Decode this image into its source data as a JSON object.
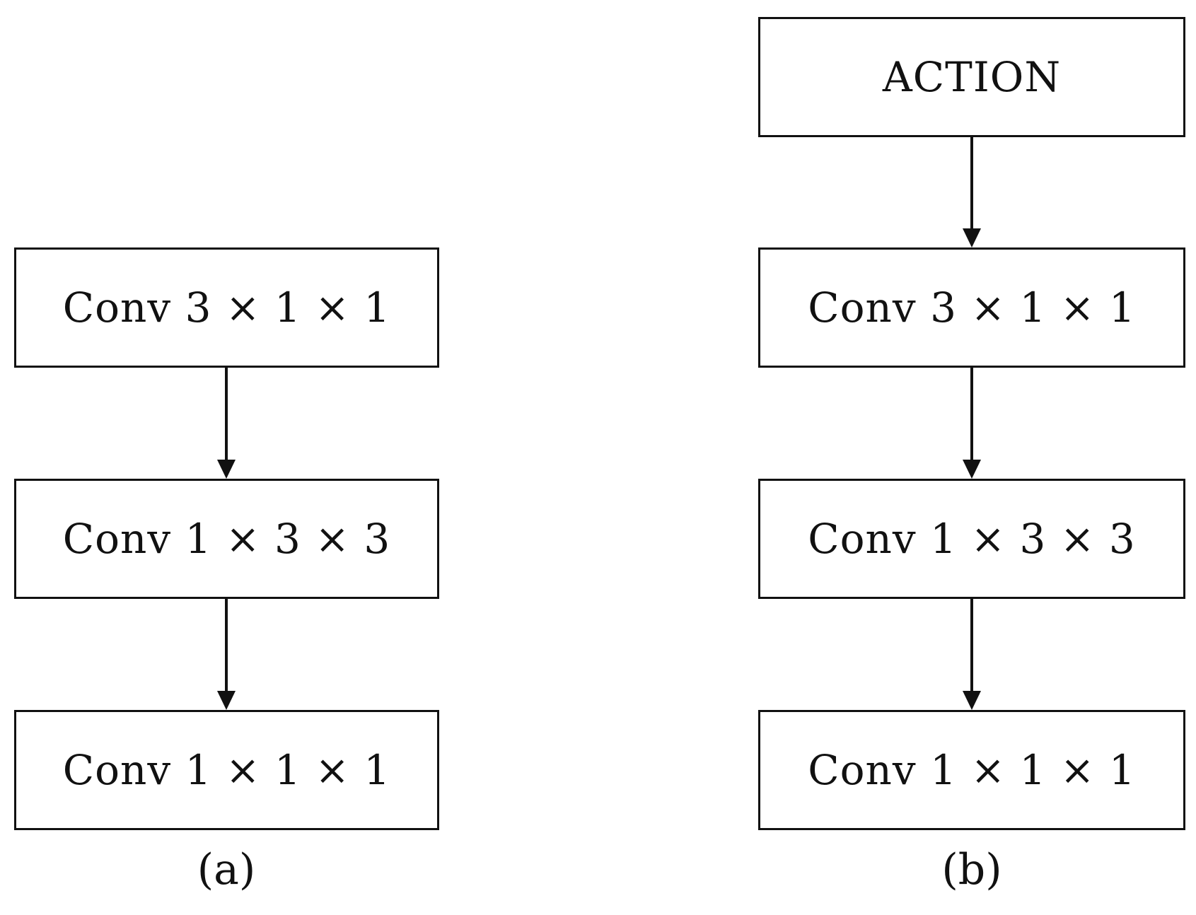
{
  "panel_a": {
    "layers": [
      "Conv 3 × 1 × 1",
      "Conv 1 × 3 × 3",
      "Conv 1 × 1 × 1"
    ],
    "caption": "(a)"
  },
  "panel_b": {
    "top_block": "ACTION",
    "layers": [
      "Conv 3 × 1 × 1",
      "Conv 1 × 3 × 3",
      "Conv 1 × 1 × 1"
    ],
    "caption": "(b)"
  }
}
